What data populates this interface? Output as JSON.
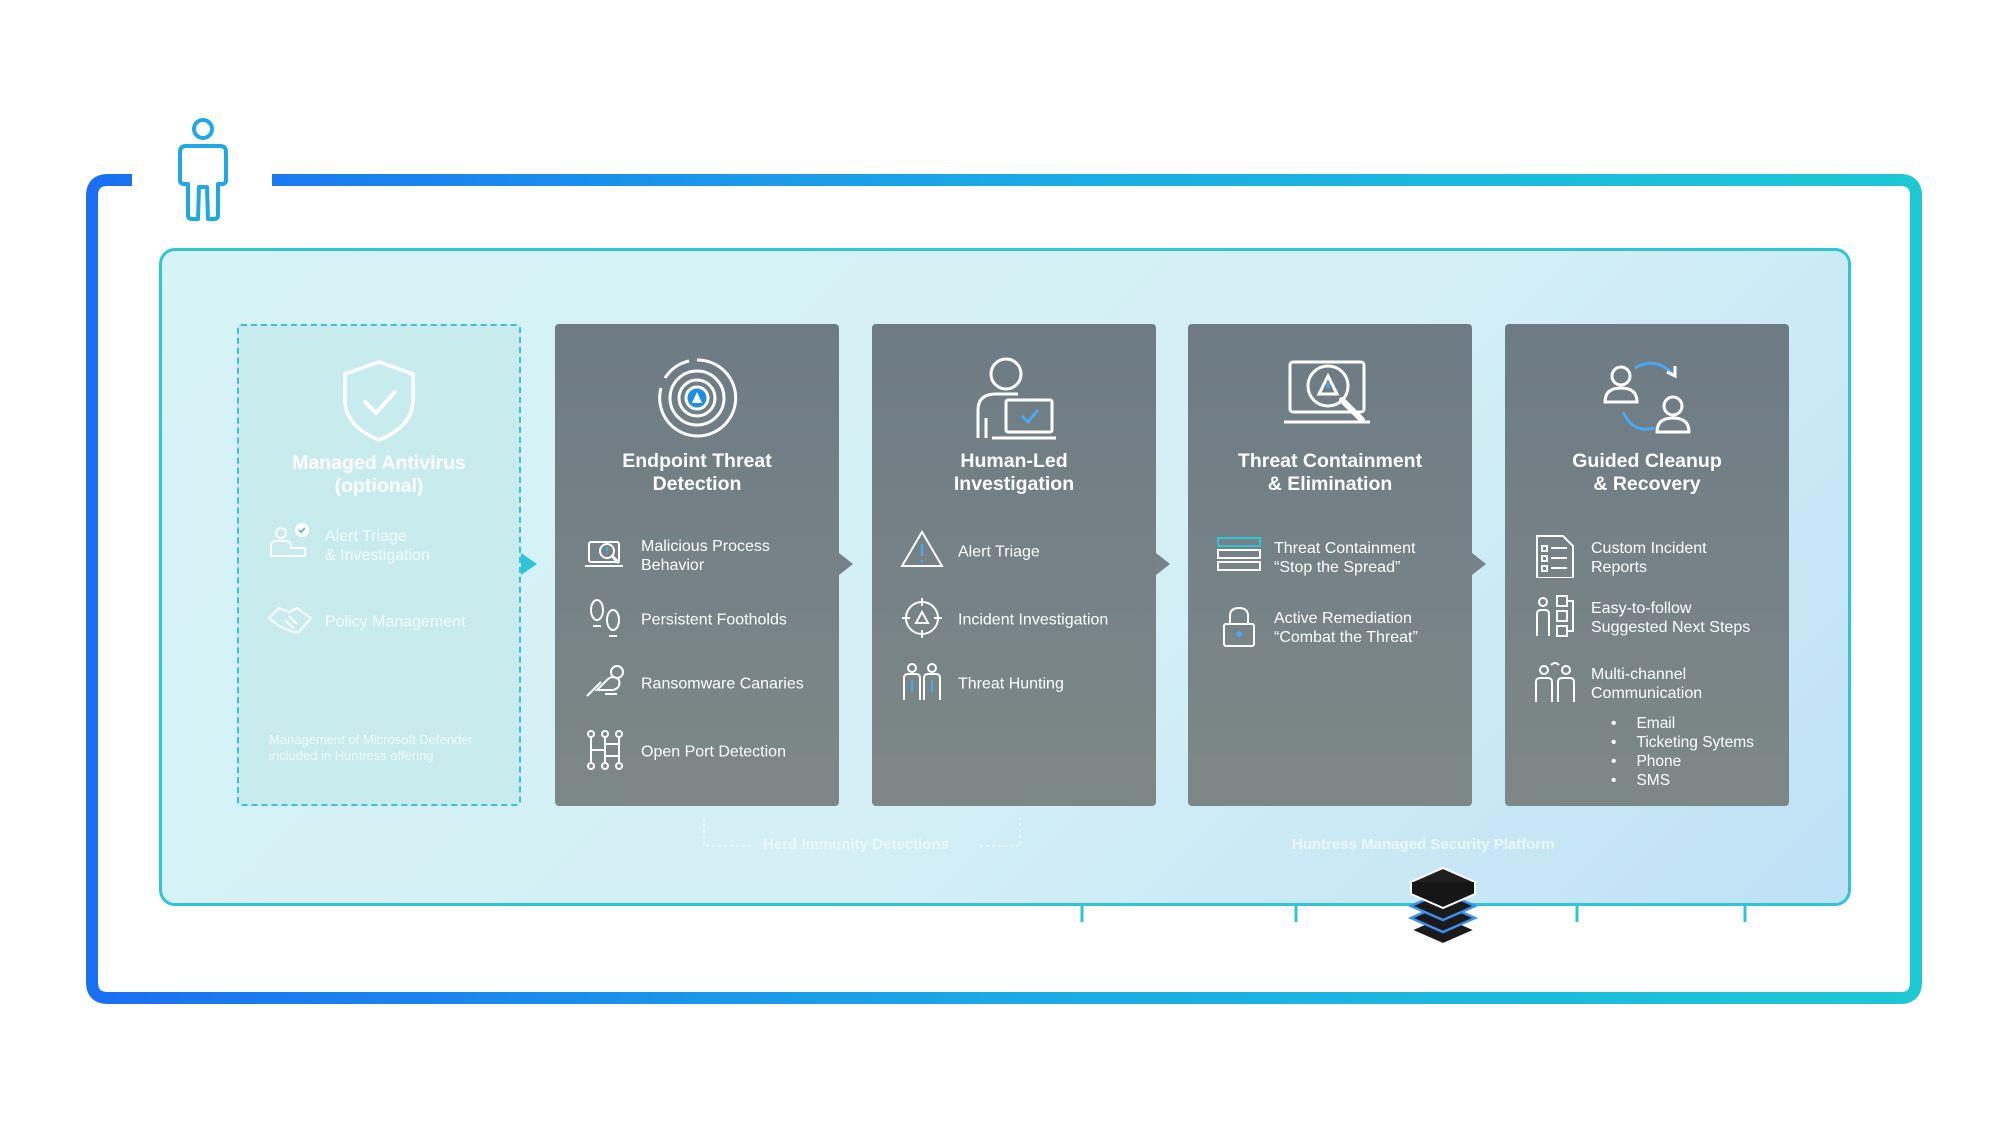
{
  "colors": {
    "accent_blue": "#1a6ff2",
    "accent_teal": "#1cc5d6",
    "card_bg": "#74818a",
    "panel_bg": "#d6f3f6"
  },
  "person_icon": "person-outline-icon",
  "cards": [
    {
      "id": "managed-antivirus",
      "title": "Managed Antivirus\n(optional)",
      "icon": "shield-check-icon",
      "faded": true,
      "items": [
        {
          "icon": "alert-triage-icon",
          "label": "Alert Triage\n& Investigation"
        },
        {
          "icon": "handshake-icon",
          "label": "Policy Management"
        }
      ],
      "note": "Management of Microsoft Defender\nincluded in Huntress offering"
    },
    {
      "id": "endpoint-threat-detection",
      "title": "Endpoint Threat\nDetection",
      "icon": "radar-target-icon",
      "items": [
        {
          "icon": "laptop-search-icon",
          "label": "Malicious Process\nBehavior"
        },
        {
          "icon": "footprints-icon",
          "label": "Persistent Footholds"
        },
        {
          "icon": "canary-icon",
          "label": "Ransomware Canaries"
        },
        {
          "icon": "network-ports-icon",
          "label": "Open Port Detection"
        }
      ]
    },
    {
      "id": "human-led-investigation",
      "title": "Human-Led\nInvestigation",
      "icon": "analyst-laptop-icon",
      "items": [
        {
          "icon": "warning-triangle-icon",
          "label": "Alert Triage"
        },
        {
          "icon": "crosshair-icon",
          "label": "Incident Investigation"
        },
        {
          "icon": "hunters-icon",
          "label": "Threat Hunting"
        }
      ]
    },
    {
      "id": "threat-containment",
      "title": "Threat Containment\n& Elimination",
      "icon": "laptop-magnifier-icon",
      "items": [
        {
          "icon": "server-stack-icon",
          "label": "Threat Containment\n“Stop the Spread”"
        },
        {
          "icon": "padlock-icon",
          "label": "Active Remediation\n“Combat the Threat”"
        }
      ]
    },
    {
      "id": "guided-cleanup",
      "title": "Guided Cleanup\n& Recovery",
      "icon": "people-cycle-icon",
      "items": [
        {
          "icon": "report-checklist-icon",
          "label": "Custom Incident\nReports"
        },
        {
          "icon": "person-steps-icon",
          "label": "Easy-to-follow\nSuggested Next Steps"
        },
        {
          "icon": "group-communication-icon",
          "label": "Multi-channel\nCommunication"
        }
      ],
      "bullets": [
        "Email",
        "Ticketing Sytems",
        "Phone",
        "SMS"
      ]
    }
  ],
  "herd_label": "Herd Immunity Detections",
  "platform_label": "Huntress Managed Security Platform",
  "platform_icon": "layered-stack-icon"
}
